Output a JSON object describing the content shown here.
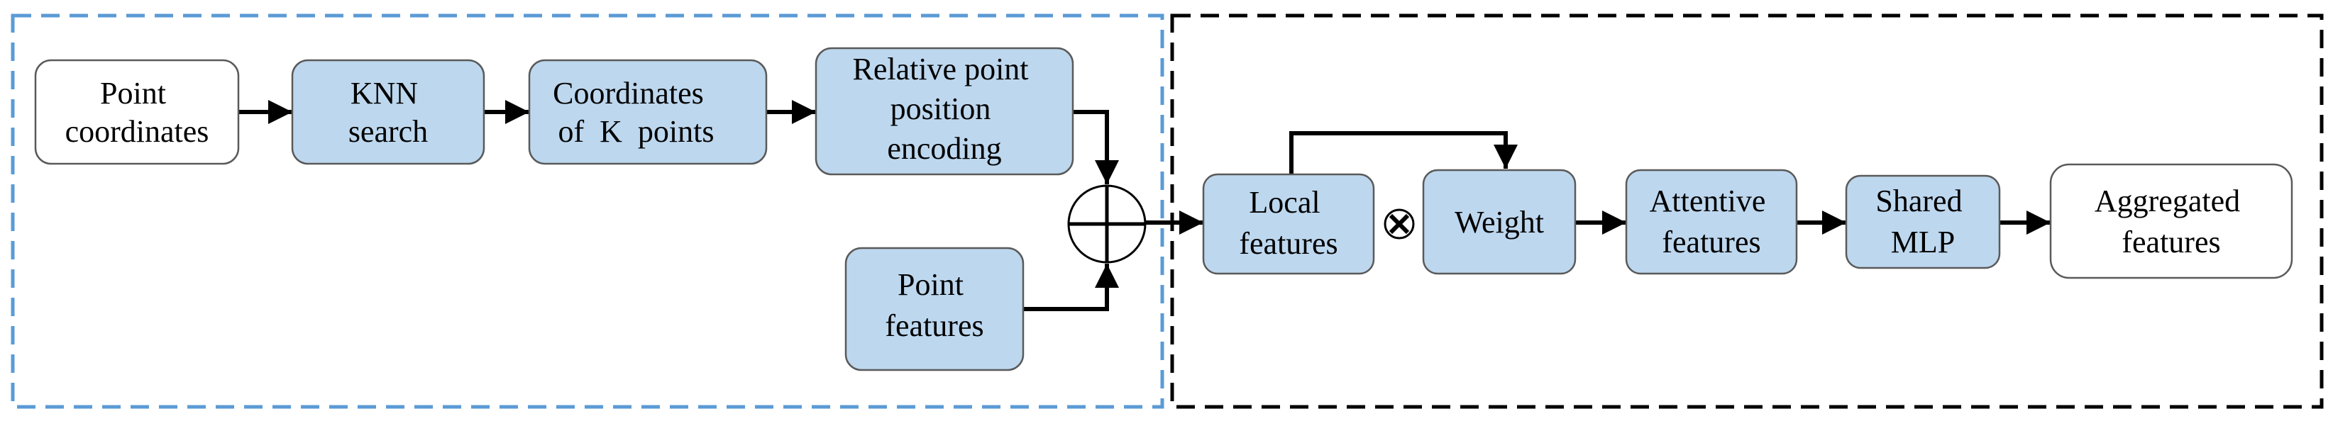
{
  "nodes": {
    "point_coordinates": [
      "Point",
      "coordinates"
    ],
    "knn_search": [
      "KNN",
      "search"
    ],
    "coordinates_k_points": [
      "Coordinates",
      "of  K  points"
    ],
    "relative_encoding": [
      "Relative point",
      "position",
      "encoding"
    ],
    "point_features": [
      "Point",
      "features"
    ],
    "local_features": [
      "Local",
      "features"
    ],
    "weight": [
      "Weight"
    ],
    "attentive_features": [
      "Attentive",
      "features"
    ],
    "shared_mlp": [
      "Shared",
      "MLP"
    ],
    "aggregated_features": [
      "Aggregated",
      "features"
    ]
  },
  "colors": {
    "box_fill_blue": "#bdd7ee",
    "box_stroke": "#5a5a5a",
    "left_region_dash": "#5b9bd5",
    "right_region_dash": "#000000",
    "arrow": "#000000"
  }
}
